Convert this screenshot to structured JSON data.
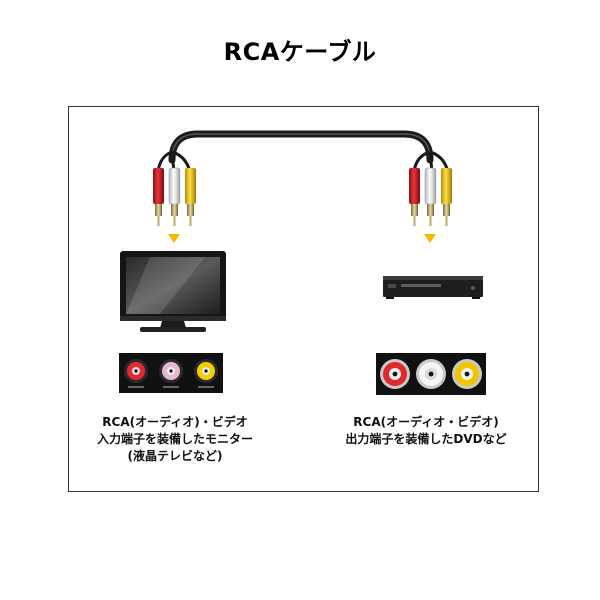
{
  "title": "RCAケーブル",
  "colors": {
    "red": "#d8232a",
    "white": "#f2f2f2",
    "yellow": "#f2c500",
    "arrow": "#f5b800",
    "frame": "#333333"
  },
  "left": {
    "device": "monitor",
    "caption_lines": [
      "RCA(オーディオ)・ビデオ",
      "入力端子を装備したモニター",
      "(液晶テレビなど)"
    ]
  },
  "right": {
    "device": "dvd-player",
    "caption_lines": [
      "RCA(オーディオ・ビデオ)",
      "出力端子を装備したDVDなど"
    ]
  },
  "icons": {
    "cable": "rca-cable-icon",
    "arrow": "down-triangle-icon",
    "monitor": "lcd-monitor-icon",
    "dvd": "dvd-player-icon",
    "jacks": "rca-jack-panel-icon"
  }
}
